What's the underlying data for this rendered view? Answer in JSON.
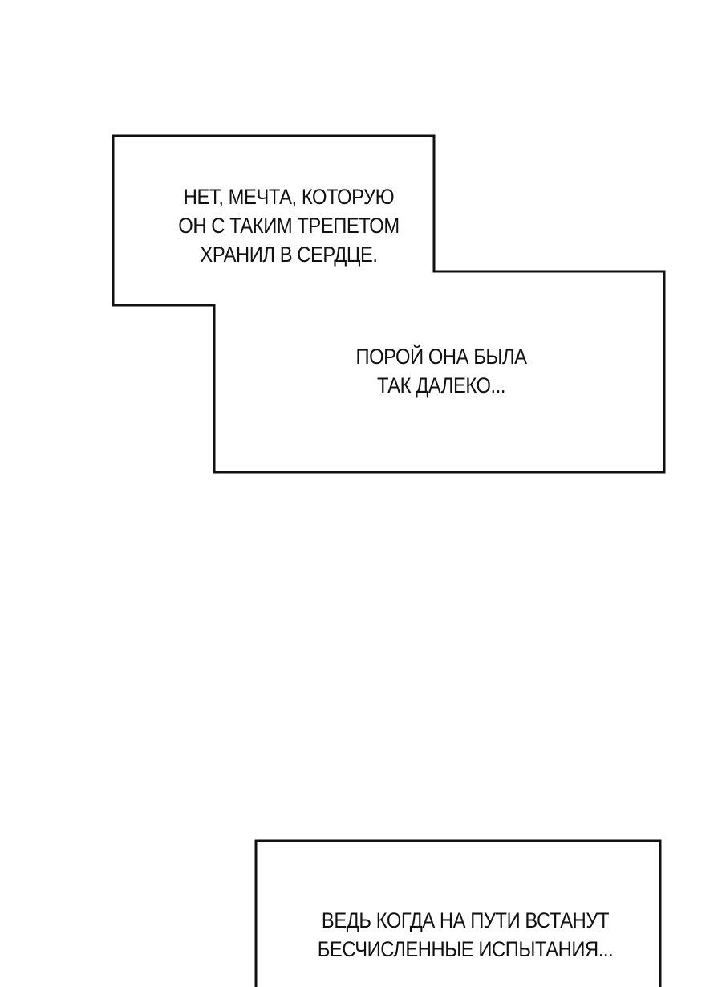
{
  "captions": {
    "first": {
      "lines": [
        "НЕТ, МЕЧТА, КОТОРУЮ",
        "ОН С ТАКИМ ТРЕПЕТОМ",
        "ХРАНИЛ В СЕРДЦЕ."
      ]
    },
    "second": {
      "lines": [
        "ПОРОЙ ОНА БЫЛА",
        "ТАК ДАЛЕКО..."
      ]
    },
    "third": {
      "lines": [
        "ВЕДЬ КОГДА НА ПУТИ ВСТАНУТ",
        "БЕСЧИСЛЕННЫЕ ИСПЫТАНИЯ..."
      ]
    }
  },
  "colors": {
    "background": "#ffffff",
    "border": "#111111",
    "text": "#111111"
  }
}
